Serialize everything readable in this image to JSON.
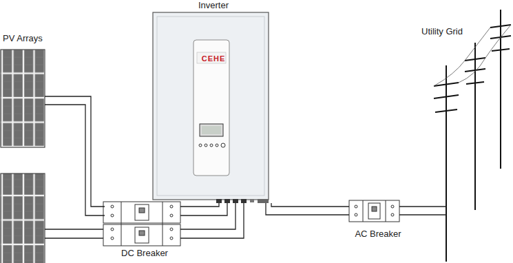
{
  "diagram": {
    "nodes": [
      {
        "text": [
          "PV Arrays"
        ]
      },
      {
        "text": [
          "Inverter",
          "CEHE"
        ]
      },
      {
        "text": [
          "DC Breaker"
        ]
      },
      {
        "text": [
          "AC Breaker"
        ]
      },
      {
        "text": [
          "Utility Grid"
        ]
      }
    ],
    "edges": [
      {
        "from": 0,
        "to": 2,
        "arrow": "none"
      },
      {
        "from": 2,
        "to": 1,
        "arrow": "none"
      },
      {
        "from": 1,
        "to": 3,
        "arrow": "none"
      },
      {
        "from": 3,
        "to": 4,
        "arrow": "none"
      }
    ]
  }
}
